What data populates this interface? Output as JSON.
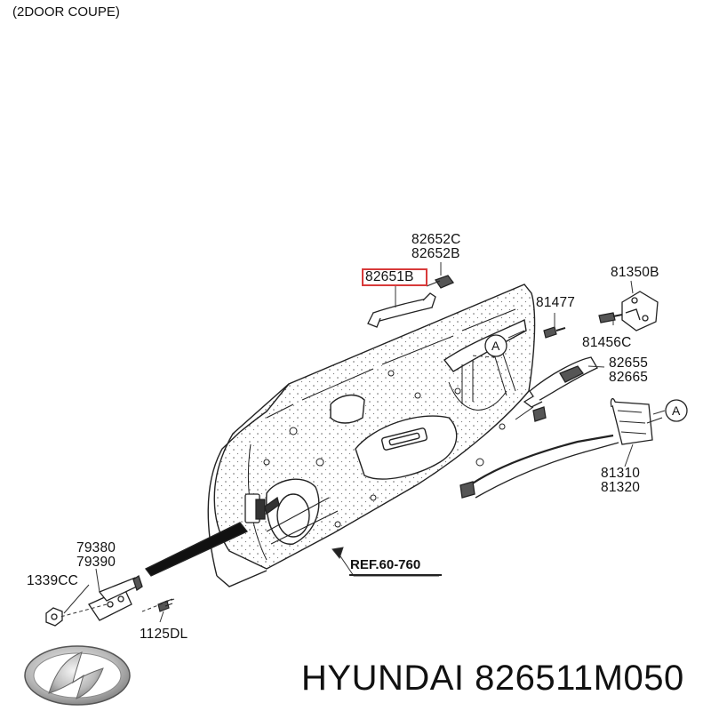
{
  "header": {
    "variant_label": "(2DOOR COUPE)"
  },
  "parts": {
    "p82652C": "82652C",
    "p82652B": "82652B",
    "p82651B": "82651B",
    "p81350B": "81350B",
    "p81477": "81477",
    "p81456C": "81456C",
    "p82655": "82655",
    "p82665": "82665",
    "p81310": "81310",
    "p81320": "81320",
    "p79380": "79380",
    "p79390": "79390",
    "p1339CC": "1339CC",
    "p1125DL": "1125DL"
  },
  "callouts": {
    "detail_a": "A"
  },
  "reference": {
    "label": "REF.60-760"
  },
  "highlighted_part": "82651B",
  "highlight_color": "#d83a3a",
  "brand": {
    "caption": "HYUNDAI 826511M050",
    "logo_icon": "hyundai-logo-icon"
  }
}
